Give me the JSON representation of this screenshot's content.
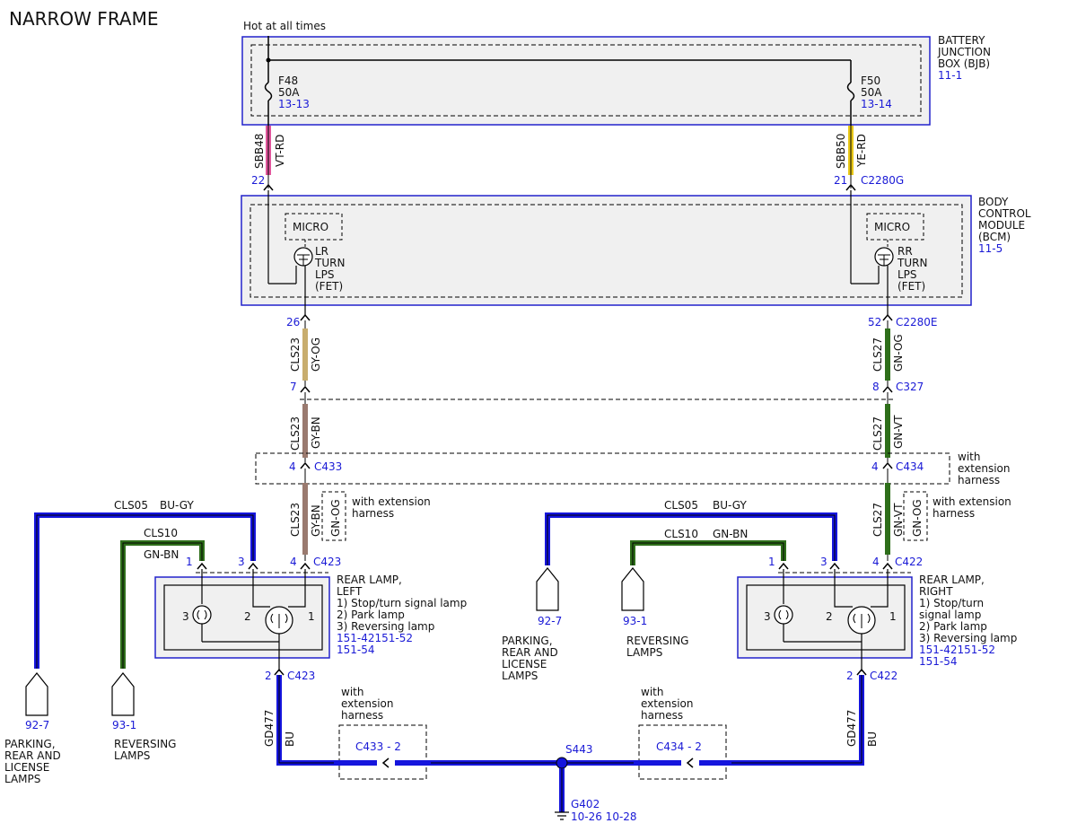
{
  "title": "NARROW FRAME",
  "top_note": "Hot at all times",
  "colors": {
    "wire_vt_rd": "#e0559b",
    "wire_ye_rd": "#e9c818",
    "wire_gy_og": "#c8ad6e",
    "wire_gy_bn": "#9a7a6f",
    "wire_gn": "#2e6e1a",
    "wire_bu": "#1515dd",
    "link_blue": "#1a1ad6",
    "box_fill": "#f0f0f0"
  },
  "bjb": {
    "name": [
      "BATTERY",
      "JUNCTION",
      "BOX (BJB)"
    ],
    "ref": "11-1",
    "fuse_left": {
      "id": "F48",
      "amps": "50A",
      "ref": "13-13"
    },
    "fuse_right": {
      "id": "F50",
      "amps": "50A",
      "ref": "13-14"
    }
  },
  "bcm": {
    "name": [
      "BODY",
      "CONTROL",
      "MODULE",
      "(BCM)"
    ],
    "ref": "11-5",
    "micro_label": "MICRO",
    "left_output": [
      "LR",
      "TURN",
      "LPS",
      "(FET)"
    ],
    "right_output": [
      "RR",
      "TURN",
      "LPS",
      "(FET)"
    ]
  },
  "wires": {
    "sbb48_circuit": "SBB48",
    "sbb48_color": "VT-RD",
    "sbb50_circuit": "SBB50",
    "sbb50_color": "YE-RD",
    "cls23": "CLS23",
    "cls27": "CLS27",
    "gy_og": "GY-OG",
    "gn_og": "GN-OG",
    "gy_bn": "GY-BN",
    "gn_vt": "GN-VT",
    "cls05": "CLS05",
    "bu_gy": "BU-GY",
    "cls10": "CLS10",
    "gn_bn": "GN-BN",
    "gd477": "GD477",
    "bu": "BU"
  },
  "connectors": {
    "c2280g_pin_left": "22",
    "c2280g_pin_right": "21",
    "c2280g": "C2280G",
    "c2280e_pin_left": "26",
    "c2280e_pin_right": "52",
    "c2280e": "C2280E",
    "c327_pin_left": "7",
    "c327_pin_right": "8",
    "c327": "C327",
    "c433_pin": "4",
    "c433": "C433",
    "c434_pin": "4",
    "c434": "C434",
    "c423_pin1": "1",
    "c423_pin3": "3",
    "c423_pin4": "4",
    "c423": "C423",
    "c422_pin1": "1",
    "c422_pin3": "3",
    "c422_pin4": "4",
    "c422": "C422",
    "c423_bottom_pin": "2",
    "c423_bottom": "C423",
    "c422_bottom_pin": "2",
    "c422_bottom": "C422",
    "c433_2": "C433 - 2",
    "c434_2": "C434 - 2"
  },
  "notes": {
    "with_extension_harness_3": [
      "with",
      "extension",
      "harness"
    ],
    "with_extension_harness_2": [
      "with extension",
      "harness"
    ]
  },
  "rear_lamp_left": {
    "title": [
      "REAR LAMP,",
      "LEFT"
    ],
    "items": [
      "1) Stop/turn signal lamp",
      "2) Park lamp",
      "3) Reversing lamp"
    ],
    "refs": [
      "151-42151-52",
      "151-54"
    ],
    "pin_labels": [
      "3",
      "2",
      "1"
    ]
  },
  "rear_lamp_right": {
    "title": [
      "REAR LAMP,",
      "RIGHT"
    ],
    "items": [
      "1) Stop/turn",
      "signal lamp",
      "2) Park lamp",
      "3) Reversing lamp"
    ],
    "refs": [
      "151-42151-52",
      "151-54"
    ],
    "pin_labels": [
      "3",
      "2",
      "1"
    ]
  },
  "offpage": {
    "parking_left_ref": "92-7",
    "parking_left_label": [
      "PARKING,",
      "REAR AND",
      "LICENSE",
      "LAMPS"
    ],
    "reversing_left_ref": "93-1",
    "reversing_left_label": [
      "REVERSING",
      "LAMPS"
    ],
    "parking_mid_ref": "92-7",
    "parking_mid_label": [
      "PARKING,",
      "REAR AND",
      "LICENSE",
      "LAMPS"
    ],
    "reversing_mid_ref": "93-1",
    "reversing_mid_label": [
      "REVERSING",
      "LAMPS"
    ]
  },
  "splice": {
    "id": "S443"
  },
  "ground": {
    "id": "G402",
    "refs": "10-26 10-28"
  }
}
